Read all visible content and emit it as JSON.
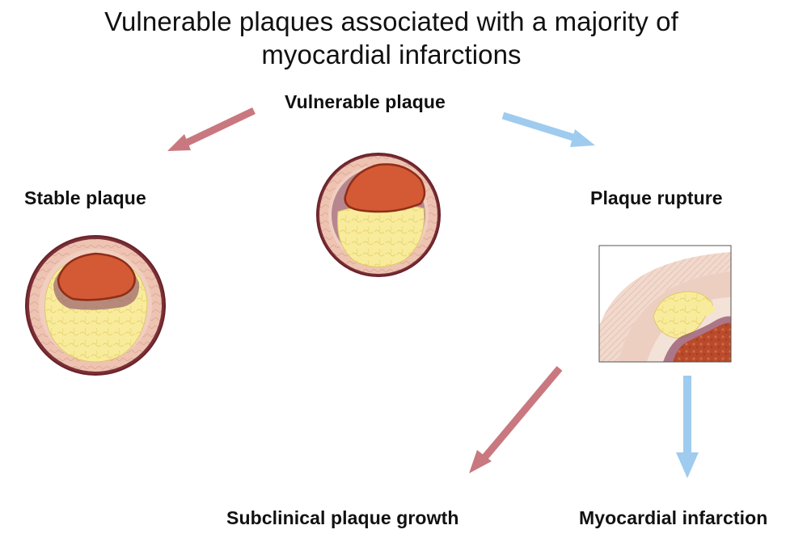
{
  "title": {
    "line1": "Vulnerable plaques associated with a majority of",
    "line2": "myocardial infarctions"
  },
  "nodes": {
    "vulnerable": "Vulnerable plaque",
    "stable": "Stable plaque",
    "rupture": "Plaque rupture",
    "subclinical": "Subclinical plaque growth",
    "infarction": "Myocardial infarction"
  },
  "colors": {
    "arrow_red": "#c9787f",
    "arrow_blue": "#9fcbef",
    "vessel_outer": "#7a2f36",
    "vessel_wall": "#e9bdac",
    "lipid": "#f7ea9a",
    "core": "#d35a34"
  }
}
